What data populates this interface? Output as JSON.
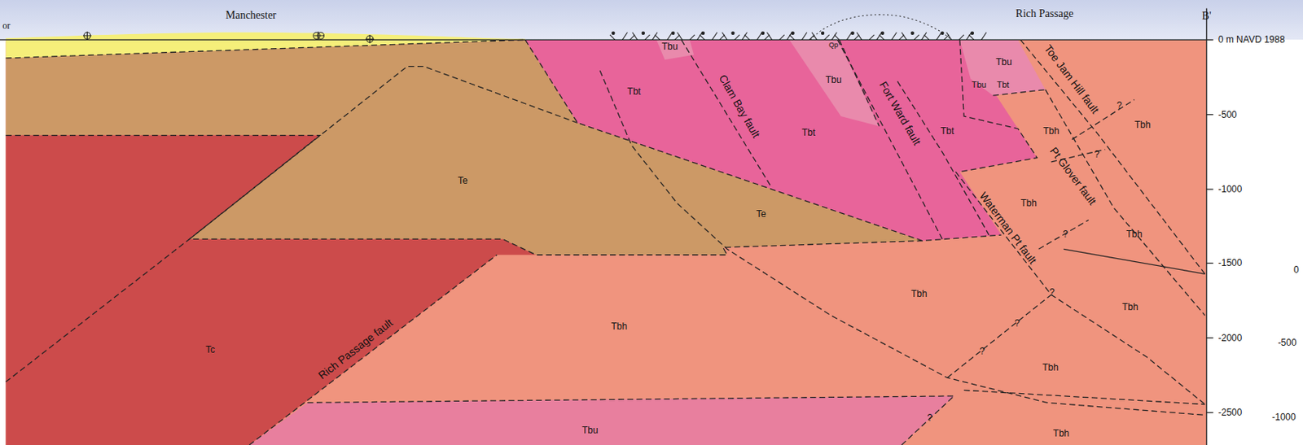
{
  "diagram": {
    "labels": [
      "or",
      "Manchester",
      "Rich Passage",
      "B'",
      "0 m NAVD 1988",
      "-500",
      "-1000",
      "-1500",
      "-2000",
      "-2500",
      "0",
      "-500",
      "-1000",
      "Tbu",
      "Tbt",
      "Clam Bay fault",
      "Tbu",
      "Tbt",
      "Qp",
      "Fort Ward fault",
      "Tbt",
      "Tbu",
      "Tbu",
      "Tbt",
      "Toe Jam Hill fault",
      "Tbh",
      "Tbh",
      "Pt Glover fault",
      "Tbh",
      "Tbh",
      "Waterman Pt fault",
      "Te",
      "Te",
      "Tbh",
      "Tbh",
      "Tbh",
      "Tc",
      "Rich Passage fault",
      "Tbh",
      "Tbh",
      "Tbu",
      "?",
      "?",
      "?",
      "?",
      "?",
      "?",
      "?"
    ]
  }
}
